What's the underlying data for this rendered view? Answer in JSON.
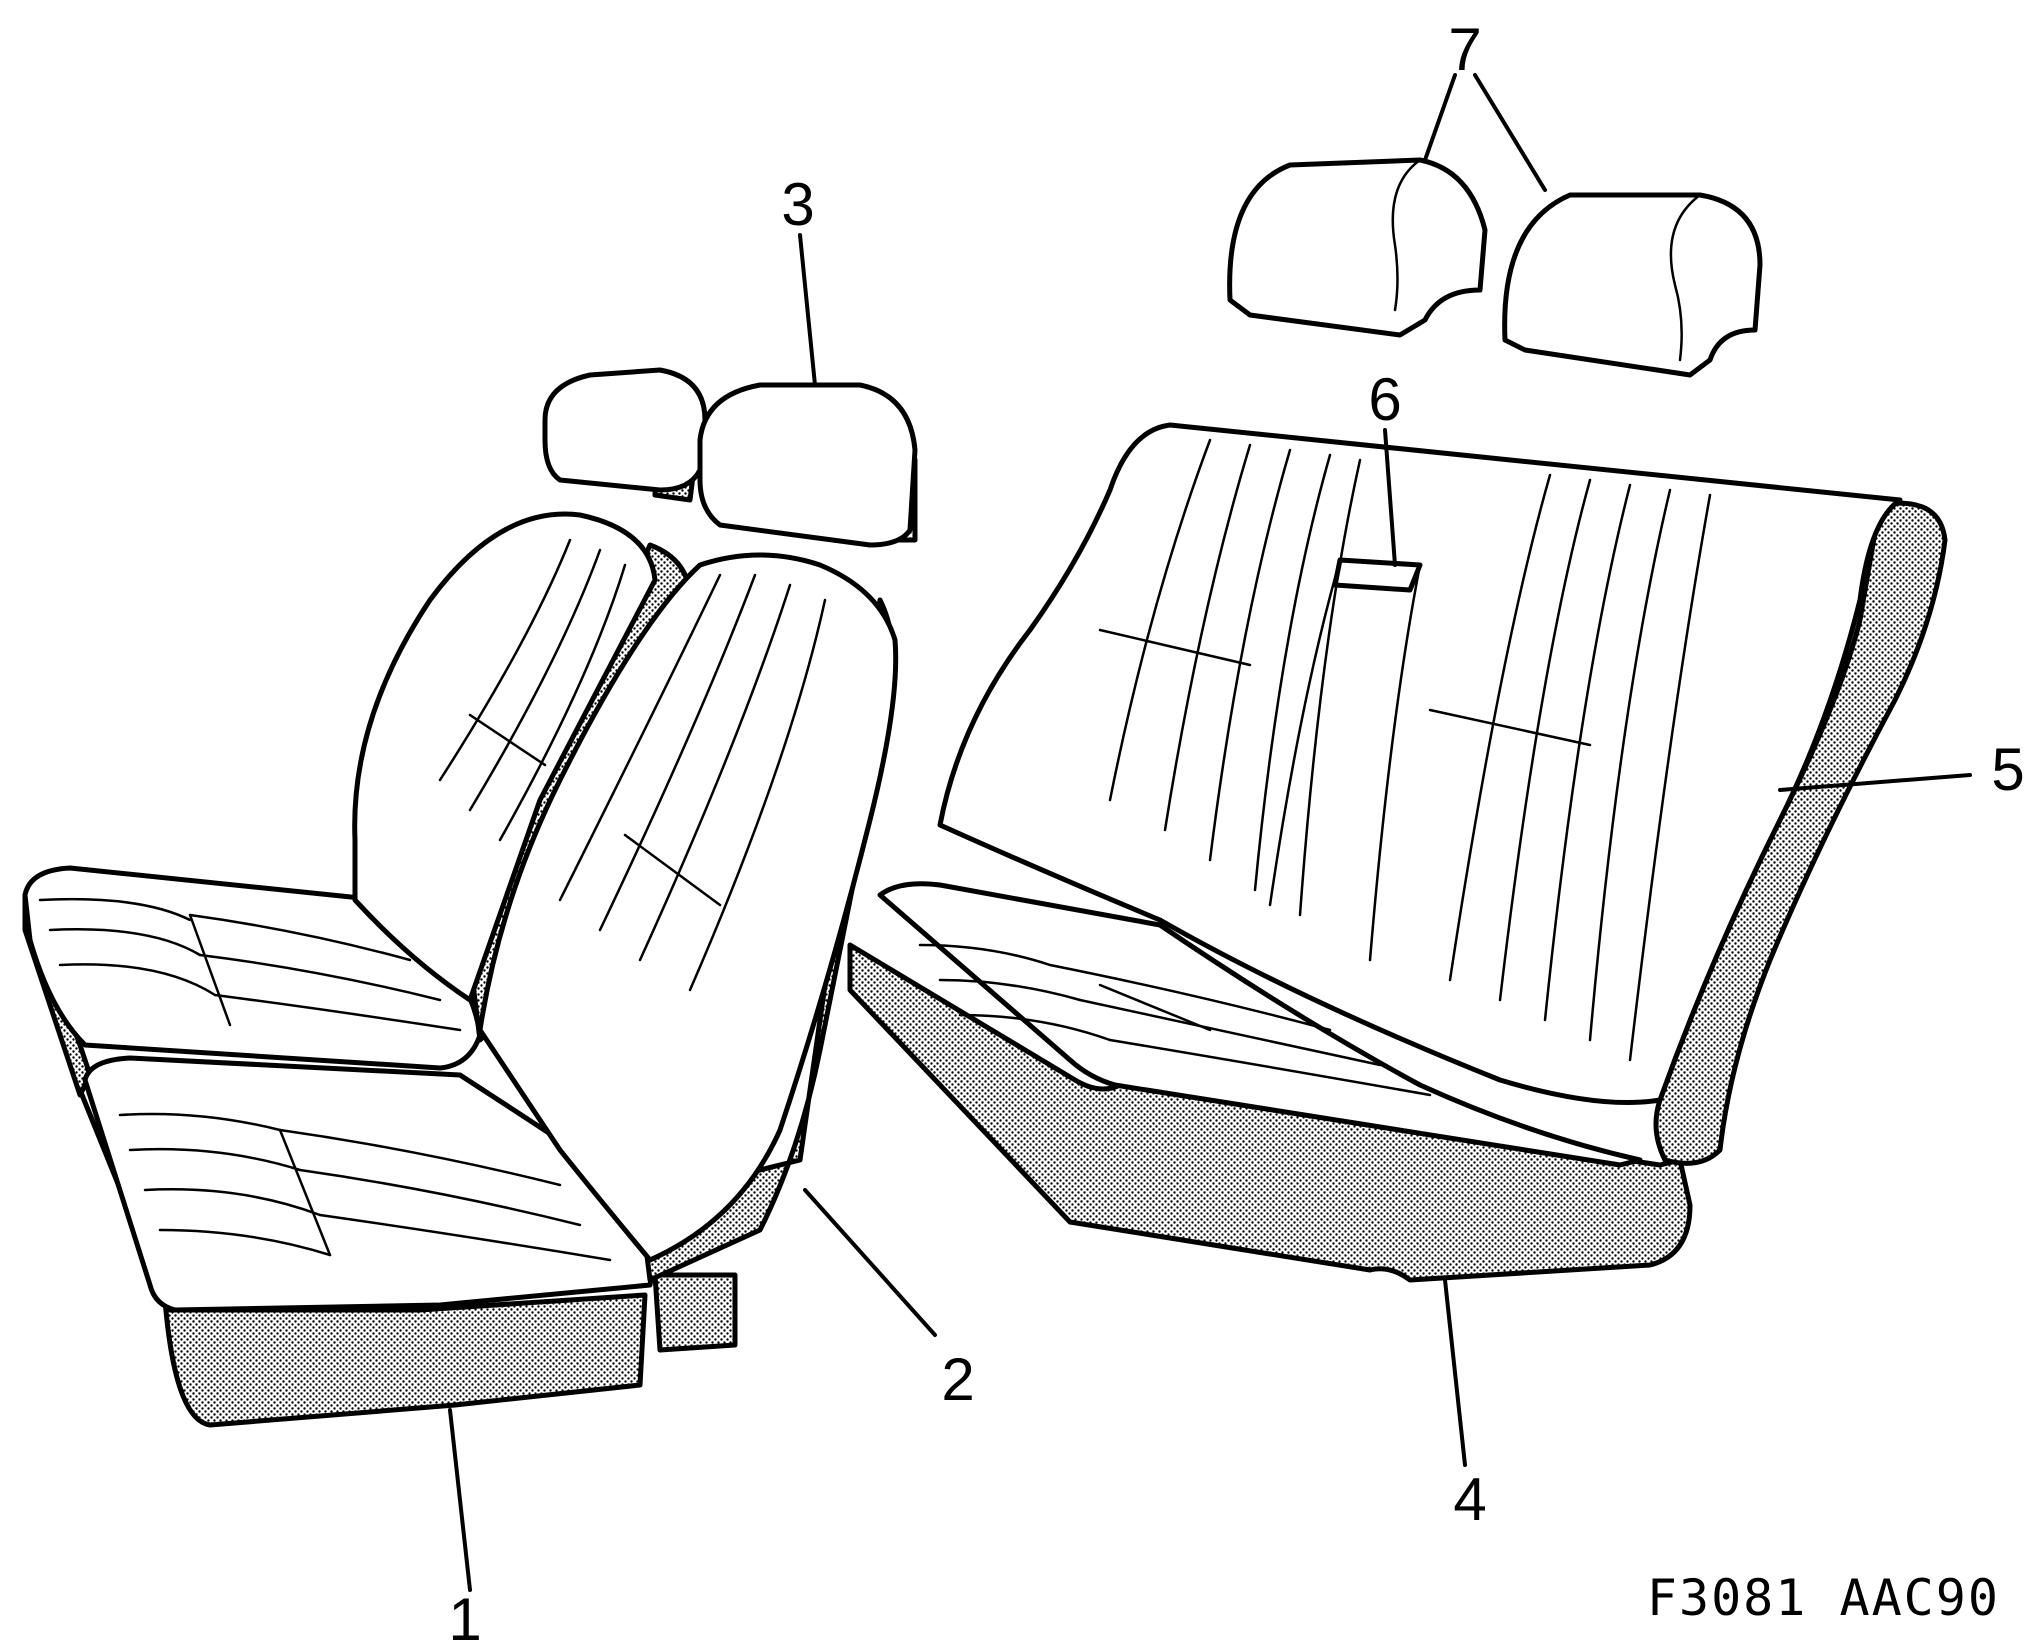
{
  "callouts": [
    {
      "id": "1",
      "label": "1"
    },
    {
      "id": "2",
      "label": "2"
    },
    {
      "id": "3",
      "label": "3"
    },
    {
      "id": "4",
      "label": "4"
    },
    {
      "id": "5",
      "label": "5"
    },
    {
      "id": "6",
      "label": "6"
    },
    {
      "id": "7",
      "label": "7"
    }
  ],
  "figure_code": "F3081 AAC90"
}
